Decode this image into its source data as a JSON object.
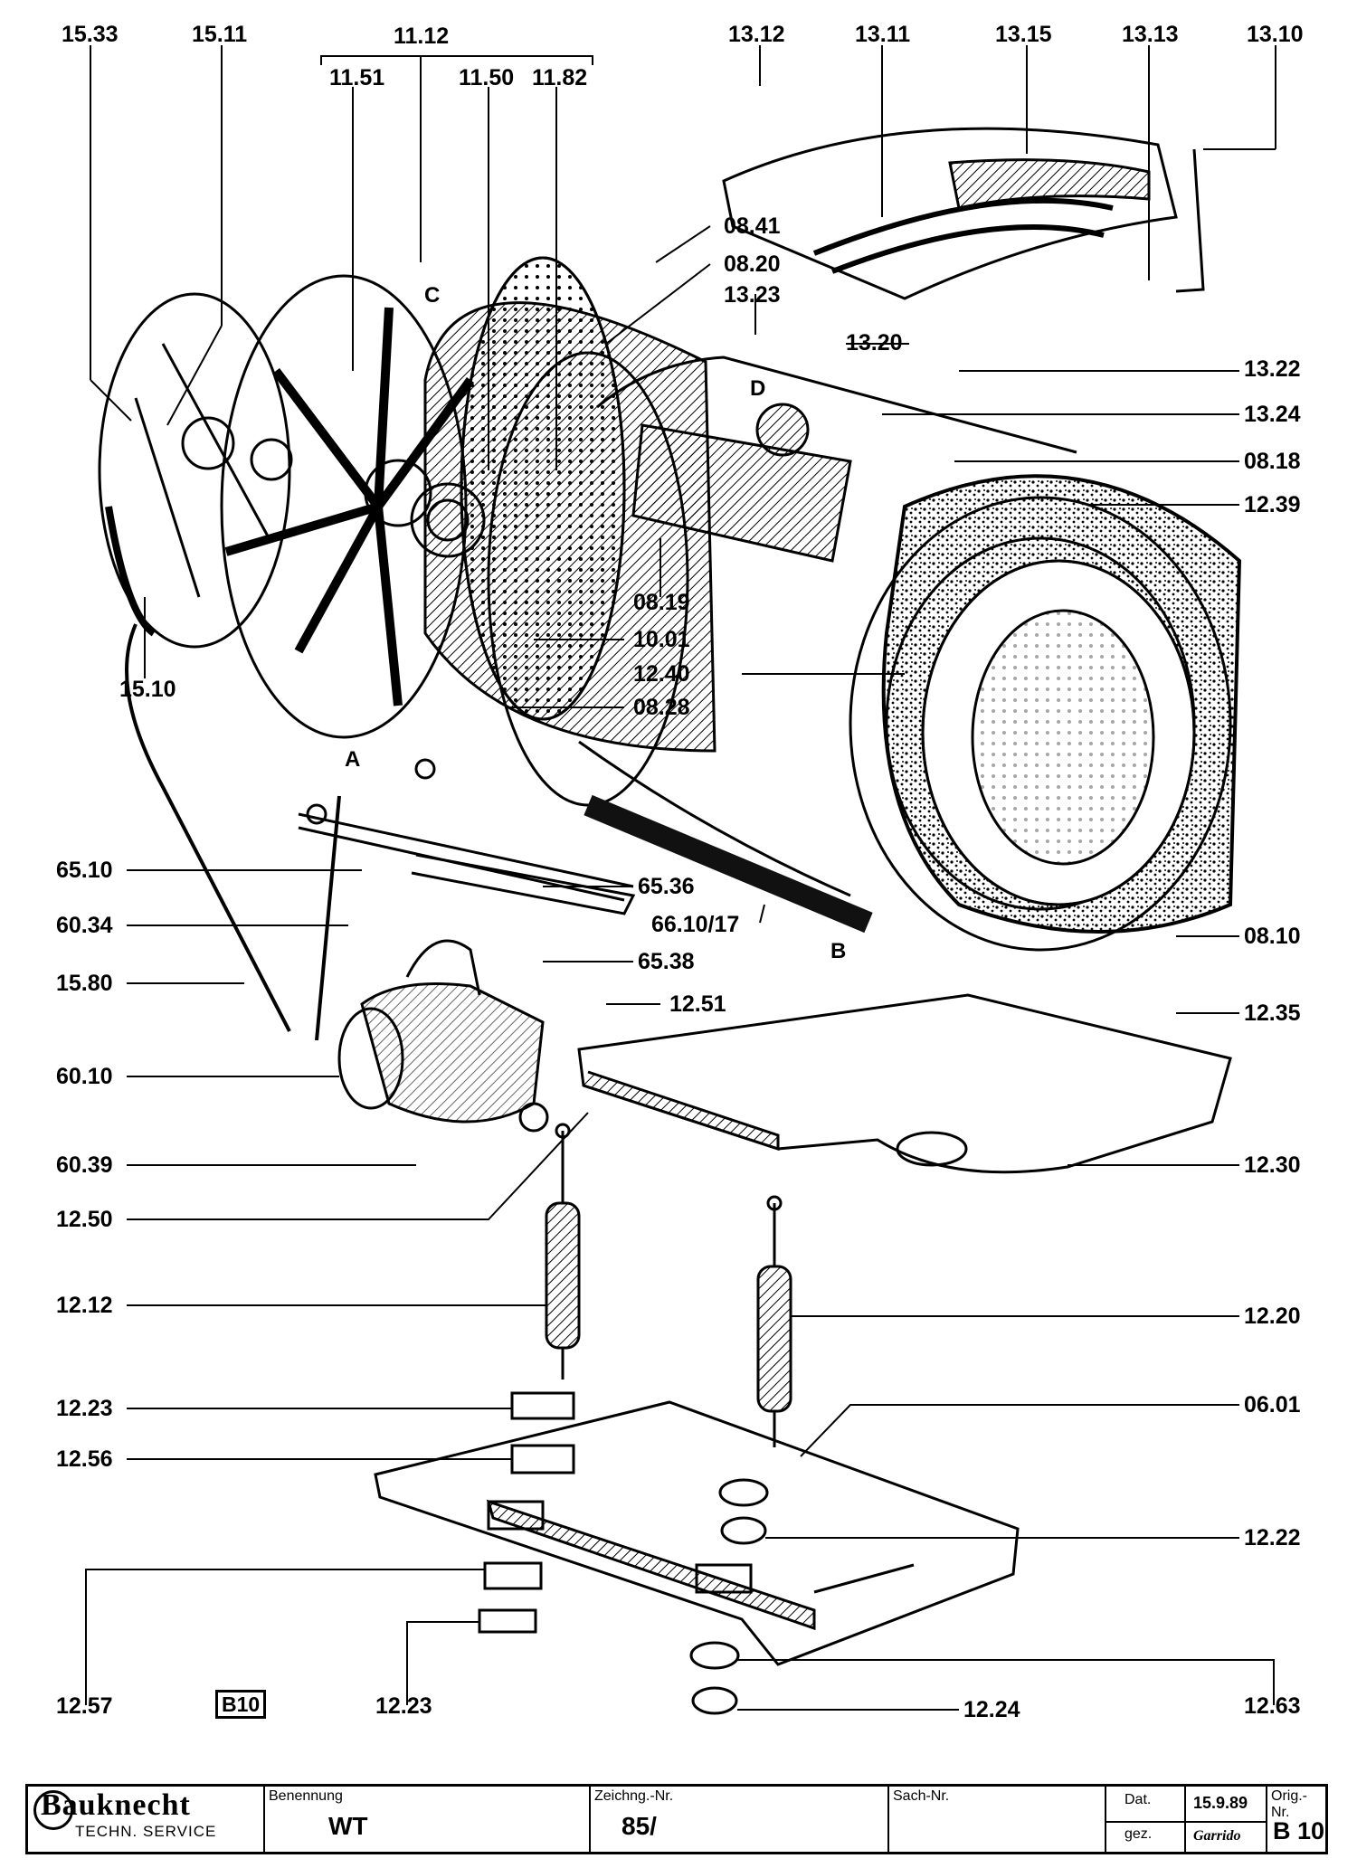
{
  "callouts": {
    "c1533": "15.33",
    "c1511": "15.11",
    "c1112": "11.12",
    "c1151": "11.51",
    "c1150": "11.50",
    "c1182": "11.82",
    "c1312": "13.12",
    "c1311": "13.11",
    "c1315": "13.15",
    "c1313": "13.13",
    "c1310": "13.10",
    "c0841": "08.41",
    "c0820": "08.20",
    "c1323": "13.23",
    "c1320": "13.20",
    "c1322": "13.22",
    "c1324": "13.24",
    "c0818": "08.18",
    "c1239": "12.39",
    "c0819": "08.19",
    "c1001": "10.01",
    "c1240": "12.40",
    "c0828": "08.28",
    "c1510": "15.10",
    "c6510": "65.10",
    "c6536": "65.36",
    "c6034": "60.34",
    "c661017": "66.10/17",
    "c1580": "15.80",
    "c6538": "65.38",
    "c0810": "08.10",
    "c1251": "12.51",
    "c1235": "12.35",
    "c6010": "60.10",
    "c6039": "60.39",
    "c1230": "12.30",
    "c1250": "12.50",
    "c1212": "12.12",
    "c1220": "12.20",
    "c1223a": "12.23",
    "c0601": "06.01",
    "c1256": "12.56",
    "c1222": "12.22",
    "c1257": "12.57",
    "c1223b": "12.23",
    "c1224": "12.24",
    "c1263": "12.63"
  },
  "letters": {
    "a": "A",
    "b": "B",
    "c": "C",
    "d": "D"
  },
  "sheet_tag": "B10",
  "title_block": {
    "brand": "Bauknecht",
    "brand_sub": "TECHN. SERVICE",
    "benennung_caption": "Benennung",
    "benennung_value": "WT",
    "zeichng_caption": "Zeichng.-Nr.",
    "zeichng_value": "85/",
    "sach_caption": "Sach-Nr.",
    "dat_caption": "Dat.",
    "dat_value": "15.9.89",
    "gez_caption": "gez.",
    "gez_value": "Garrido",
    "orig_caption": "Orig.-Nr.",
    "orig_value": "B 10"
  },
  "colors": {
    "ink": "#000000",
    "paper": "#ffffff",
    "shade": "#555555"
  }
}
